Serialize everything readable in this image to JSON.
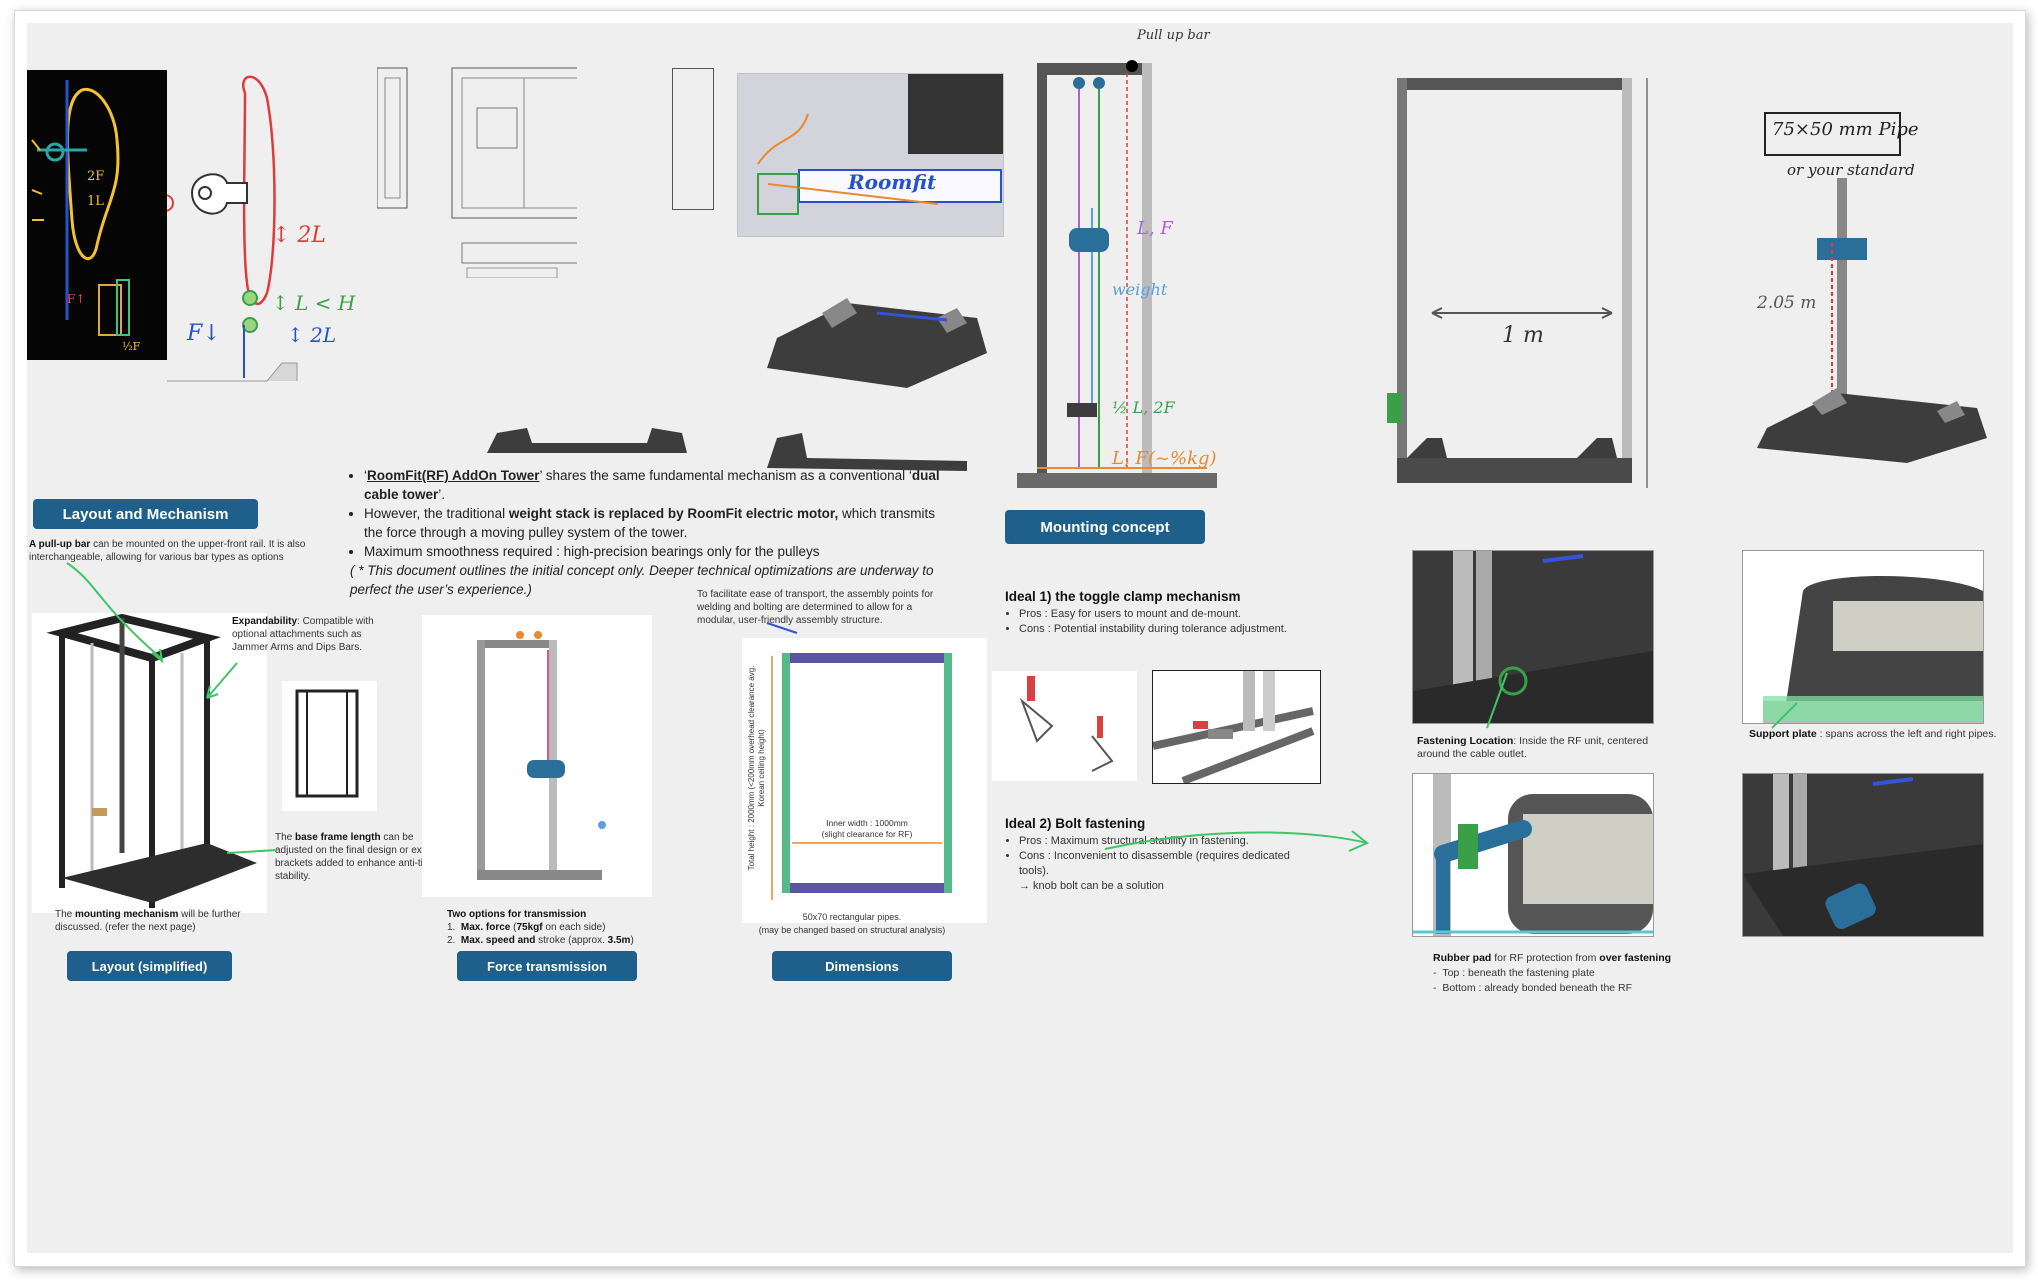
{
  "board": {
    "accent": "#1f5f8b",
    "background": "#efefef"
  },
  "sketches": {
    "left_force_F": "F↓",
    "left_2L": "↕ 2L",
    "left_L_lt": "↕ L < H",
    "left_2L_b": "↕ 2L",
    "roomfit_logo": "Roomfit",
    "pull_up_bar": "Pull up bar",
    "tower_L_F": "L, F",
    "tower_weight": "weight",
    "tower_half_L": "½ L, 2F",
    "tower_L_F_kg": "L, F(~%kg)",
    "one_meter": "1 m",
    "pipe_label": "75×50 mm Pipe",
    "pipe_sub": "or your standard",
    "pipe_height": "2.05 m"
  },
  "labels": {
    "layout_mechanism": "Layout and Mechanism",
    "mounting_concept": "Mounting concept",
    "layout_simplified": "Layout (simplified)",
    "force_transmission": "Force transmission",
    "dimensions": "Dimensions"
  },
  "intro": {
    "b1_pre": "‘",
    "b1_name": "RoomFit(RF) AddOn Tower",
    "b1_mid": "’ shares the same fundamental mechanism as a conventional ‘",
    "b1_strong": "dual cable tower",
    "b1_end": "’.",
    "b2_pre": "However, the traditional ",
    "b2_strong": "weight stack is replaced by RoomFit electric motor,",
    "b2_end": " which transmits the force through a moving pulley system of the tower.",
    "b3": "Maximum smoothness required : high-precision bearings only for the pulleys",
    "note": "( * This document outlines the initial concept only. Deeper technical optimizations are underway to perfect the user’s experience.)"
  },
  "layout_notes": {
    "pullup_strong": "A pull-up bar",
    "pullup_rest": " can be mounted on the upper-front rail. It is also interchangeable, allowing for various bar types as options",
    "expand_strong": "Expandability",
    "expand_rest": ": Compatible with optional attachments such as Jammer Arms and Dips Bars.",
    "base_pre": "The ",
    "base_strong": "base frame length",
    "base_rest": " can be adjusted on the final design or extra brackets added to enhance anti-tip stability.",
    "mount_pre": "The ",
    "mount_strong": "mounting mechanism",
    "mount_rest": " will be further discussed. (refer the next page)"
  },
  "force": {
    "title": "Two options for transmission",
    "opt1_strong": "Max. force",
    "opt1_mid": " (",
    "opt1_val": "75kgf",
    "opt1_end": " on each side)",
    "opt2_strong": "Max. speed and",
    "opt2_mid": " stroke (approx. ",
    "opt2_val": "3.5m",
    "opt2_end": ")"
  },
  "dims": {
    "transport": "To facilitate ease of transport, the assembly points for welding and bolting are determined to allow for a modular, user-friendly assembly structure.",
    "height": "Total height : 2000mm (<200mm overhead clearance avg. Korean ceiling height)",
    "inner1": "Inner width : 1000mm",
    "inner2": "(slight clearance for RF)",
    "pipes1": "50x70 rectangular pipes.",
    "pipes2": "(may be changed based on structural analysis)"
  },
  "mount": {
    "ideal1": "Ideal 1) the toggle clamp mechanism",
    "ideal1_pros": "Pros : Easy for users to mount and de-mount.",
    "ideal1_cons": "Cons : Potential instability during tolerance adjustment.",
    "ideal2": "Ideal 2) Bolt fastening",
    "ideal2_pros": "Pros : Maximum structural stability in fastening.",
    "ideal2_cons": "Cons : Inconvenient to disassemble (requires dedicated tools).",
    "ideal2_note": "→ knob bolt can be a solution",
    "fast_strong": "Fastening Location",
    "fast_rest": ": Inside the RF unit, centered around the cable outlet.",
    "support_strong": "Support plate",
    "support_rest": " : spans across the left and right pipes.",
    "rubber_strong1": "Rubber pad",
    "rubber_mid": " for RF protection from ",
    "rubber_strong2": "over fastening",
    "rubber_top": "Top : beneath the fastening plate",
    "rubber_bottom": "Bottom : already bonded beneath the RF"
  }
}
